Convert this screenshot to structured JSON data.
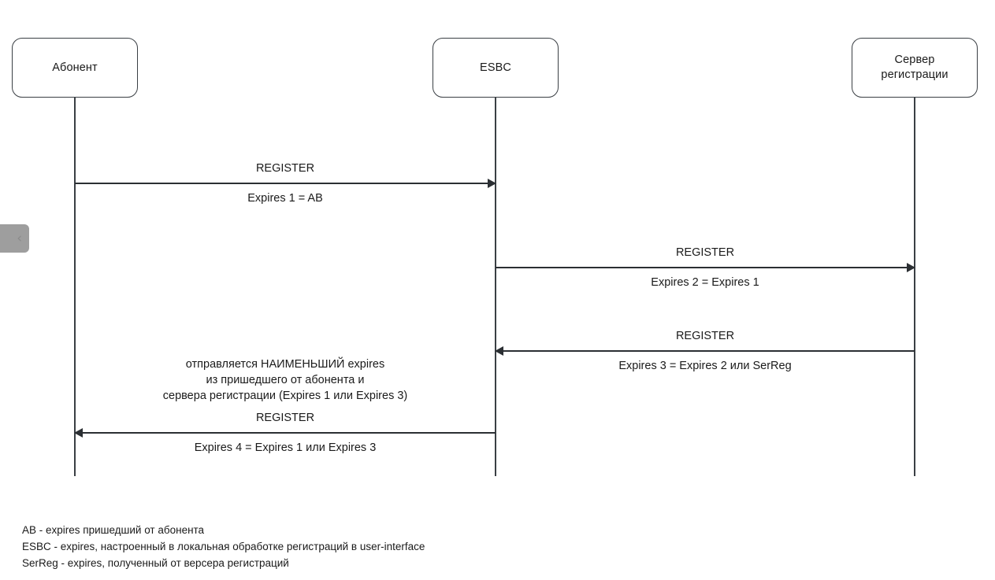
{
  "diagram": {
    "type": "sequence-diagram",
    "participants": [
      {
        "id": "subscriber",
        "label": "Абонент"
      },
      {
        "id": "esbc",
        "label": "ESBC"
      },
      {
        "id": "regserver",
        "label": "Сервер\nрегистрации"
      }
    ],
    "messages": [
      {
        "id": "msg1",
        "from": "subscriber",
        "to": "esbc",
        "direction": "right",
        "label_above": "REGISTER",
        "label_below": "Expires 1 = AB"
      },
      {
        "id": "msg2",
        "from": "esbc",
        "to": "regserver",
        "direction": "right",
        "label_above": "REGISTER",
        "label_below": "Expires 2 = Expires 1"
      },
      {
        "id": "msg3",
        "from": "regserver",
        "to": "esbc",
        "direction": "left",
        "label_above": "REGISTER",
        "label_below": "Expires 3 = Expires 2 или SerReg"
      },
      {
        "id": "msg4",
        "from": "esbc",
        "to": "subscriber",
        "direction": "left",
        "label_above": "REGISTER",
        "label_below": "Expires 4 = Expires 1 или Expires 3"
      }
    ],
    "note": "отправляется НАИМЕНЬШИЙ expires\nиз пришедшего от абонента и\nсервера регистрации (Expires 1 или Expires 3)",
    "legend": [
      "AB - expires пришедший от абонента",
      "ESBC - expires, настроенный в локальная обработке регистраций в user-interface",
      "SerReg - expires, полученный от версера регистраций"
    ]
  },
  "controls": {
    "collapse_handle": {
      "icon": "chevron-left-icon",
      "glyph": "‹"
    }
  },
  "colors": {
    "background": "#ffffff",
    "box_stroke": "#3a3f44",
    "line": "#2b2f33",
    "text": "#1a1a1a",
    "handle": "#9e9e9e"
  }
}
